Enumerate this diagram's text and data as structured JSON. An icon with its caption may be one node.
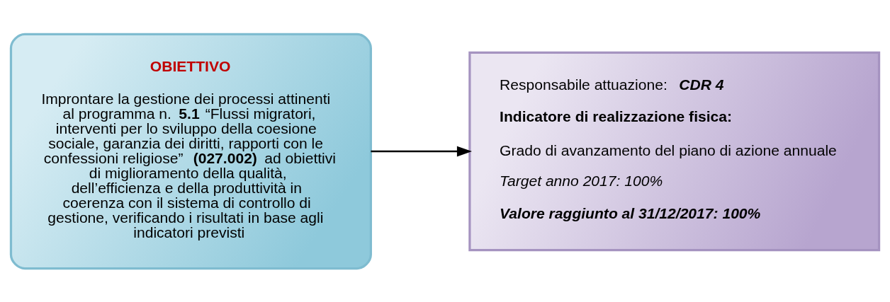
{
  "diagram": {
    "nodes": [
      {
        "text": [
          "OBIETTIVO",
          "Improntare la gestione dei processi attinenti al programma n. **5.1** “Flussi migratori, interventi per lo sviluppo della coesione sociale, garanzia dei diritti, rapporti con le confessioni religiose” **(027.002)** ad obiettivi di miglioramento della qualità, dell’efficienza e della produttività in coerenza con il sistema di controllo di gestione, verificando i risultati in base agli indicatori previsti"
        ]
      },
      {
        "text": [
          "Responsabile attuazione: **CDR 4**",
          "Indicatore di realizzazione fisica:",
          "Grado di avanzamento del piano di azione annuale",
          "Target anno 2017: 100%",
          "Valore raggiunto al 31/12/2017: 100%"
        ]
      }
    ],
    "edges": [
      {
        "from": 0,
        "to": 1,
        "arrow": "to"
      }
    ]
  }
}
